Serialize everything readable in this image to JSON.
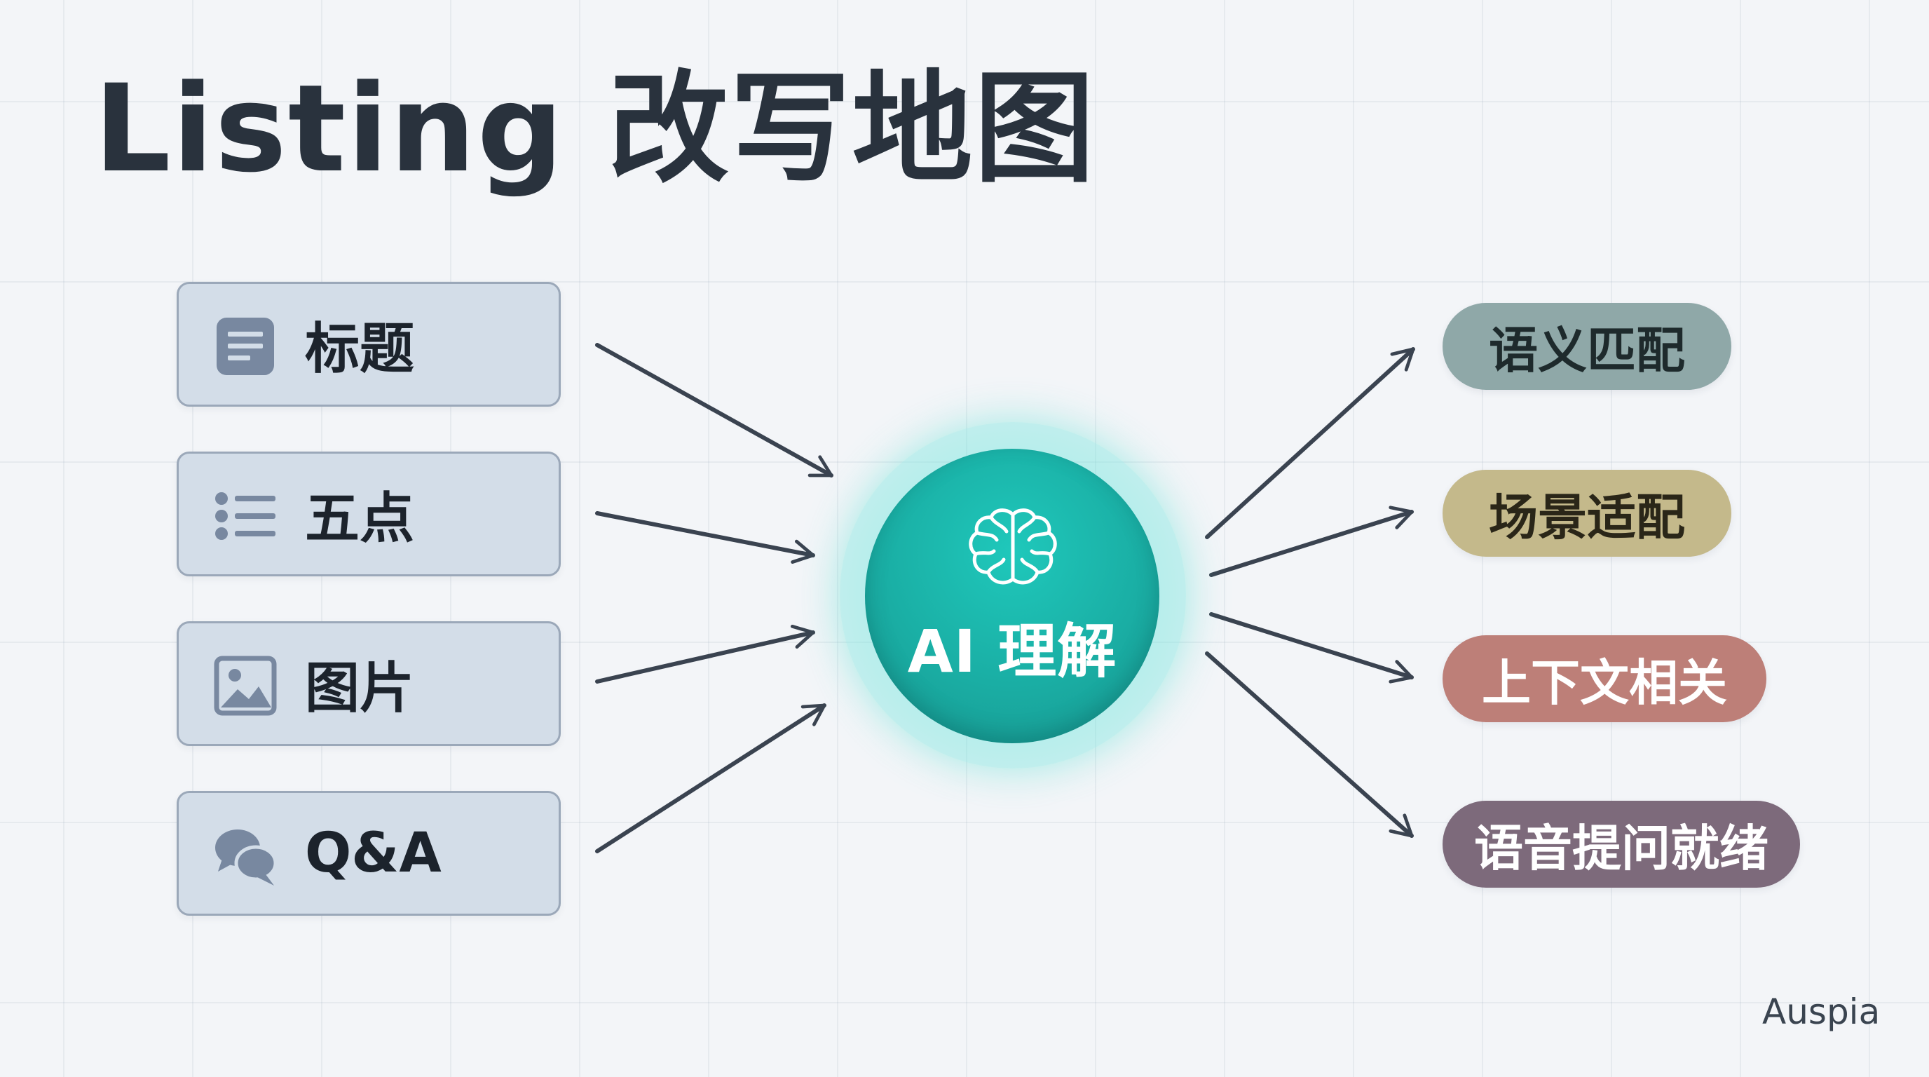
{
  "title": "Listing 改写地图",
  "inputs": [
    {
      "label": "标题",
      "icon": "document-icon"
    },
    {
      "label": "五点",
      "icon": "bullet-list-icon"
    },
    {
      "label": "图片",
      "icon": "image-icon"
    },
    {
      "label": "Q&A",
      "icon": "chat-bubbles-icon"
    }
  ],
  "hub": {
    "label": "AI 理解",
    "icon": "brain-icon"
  },
  "outputs": [
    {
      "label": "语义匹配",
      "color": "#8fa8a8",
      "text_color": "#1e2a2c"
    },
    {
      "label": "场景适配",
      "color": "#c4b98b",
      "text_color": "#2a2618"
    },
    {
      "label": "上下文相关",
      "color": "#bd7f78",
      "text_color": "#ffffff"
    },
    {
      "label": "语音提问就绪",
      "color": "#7d6a7b",
      "text_color": "#ffffff"
    }
  ],
  "brand": "Auspia",
  "colors": {
    "input_fill": "#d3dde8",
    "input_border": "#9ba8b9",
    "icon": "#7888a0",
    "arrow": "#3a4350",
    "hub": "#1aaea4"
  }
}
